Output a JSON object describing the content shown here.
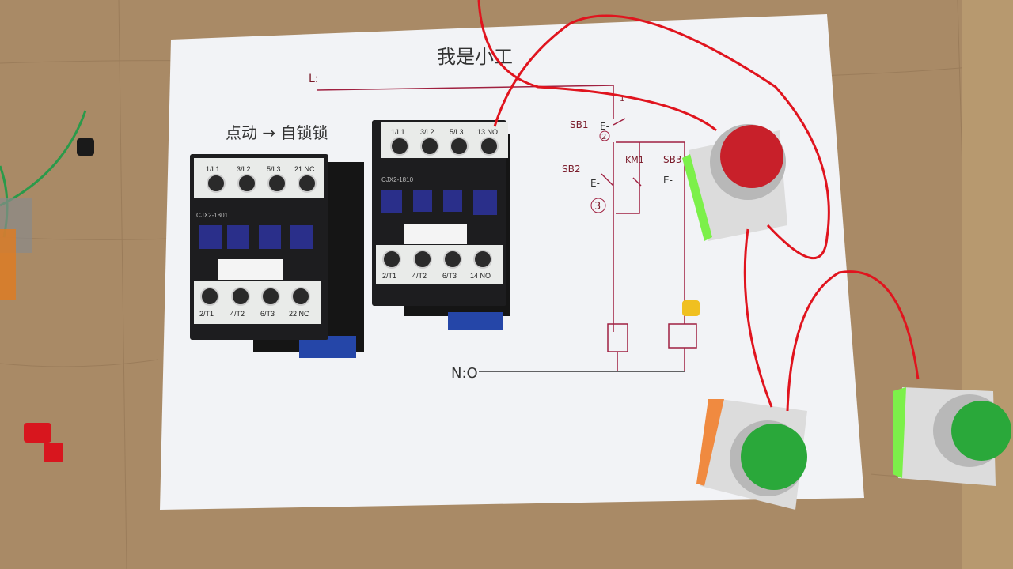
{
  "paper": {
    "title": "我是小工",
    "line_l": "L:",
    "line_n": "N:O",
    "note": "点动 → 自锁锁"
  },
  "schematic": {
    "sb1": "SB1",
    "sb2": "SB2",
    "sb3": "SB3",
    "km1": "KM1",
    "node1": "1",
    "node2": "2",
    "node3": "3",
    "e1": "E-",
    "e2": "E-",
    "e3": "E-"
  },
  "contactor_left": {
    "model": "CJX2-1801",
    "top_terminals": [
      "1/L1",
      "3/L2",
      "5/L3",
      "21 NC"
    ],
    "bottom_terminals": [
      "2/T1",
      "4/T2",
      "6/T3",
      "22 NC"
    ]
  },
  "contactor_right": {
    "model": "CJX2-1810",
    "top_terminals": [
      "1/L1",
      "3/L2",
      "5/L3",
      "13 NO"
    ],
    "bottom_terminals": [
      "2/T1",
      "4/T2",
      "6/T3",
      "14 NO"
    ]
  },
  "buttons": [
    {
      "color": "red",
      "hex": "#c8202a"
    },
    {
      "color": "green",
      "hex": "#2aa83a"
    },
    {
      "color": "green",
      "hex": "#2aa83a"
    }
  ],
  "colors": {
    "table": "#a98a66",
    "paper": "#f4f5f7",
    "wire_red": "#e0141e",
    "wire_green": "#2a9a4a",
    "ink": "#8a1f30"
  }
}
